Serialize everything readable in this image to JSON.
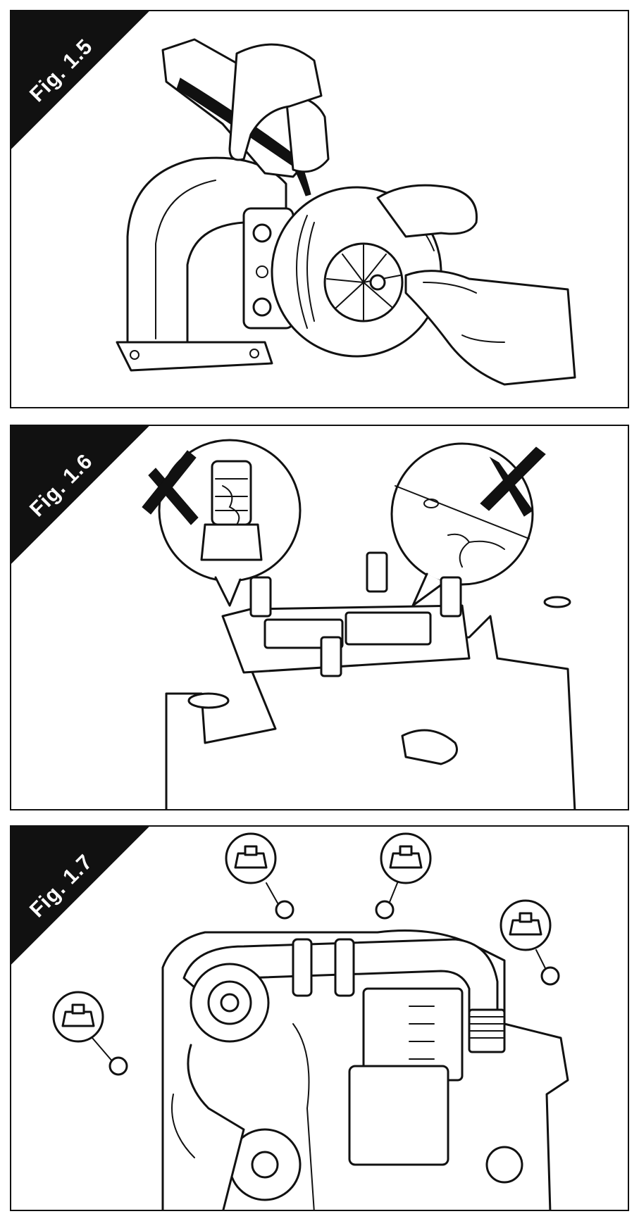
{
  "figures": [
    {
      "label": "Fig. 1.5"
    },
    {
      "label": "Fig. 1.6"
    },
    {
      "label": "Fig. 1.7"
    }
  ],
  "colors": {
    "ink": "#111111",
    "paper": "#ffffff"
  },
  "icons": [
    "cross-mark-icon"
  ]
}
